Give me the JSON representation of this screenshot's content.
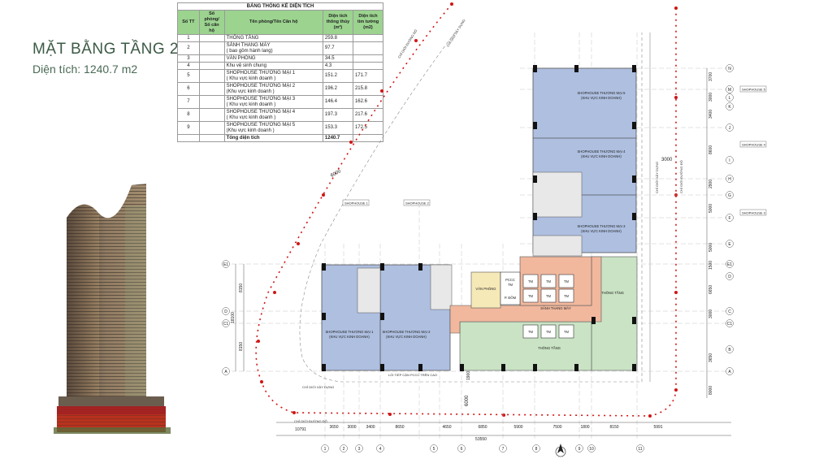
{
  "header": {
    "title": "MẶT BẰNG TẦNG 2",
    "area": "Diện tích: 1240.7 m2"
  },
  "table": {
    "caption": "BẢNG THỐNG KÊ DIỆN TÍCH",
    "headers": [
      "Số TT",
      "Số phòng/ Số căn hộ",
      "Tên phòng/Tên Căn hộ",
      "Diện tích thông thủy (m²)",
      "Diện tích tim tường (m2)"
    ],
    "rows": [
      {
        "no": "1",
        "code": "",
        "name": "THÔNG TẦNG",
        "sub": "",
        "net": "259.8",
        "gross": ""
      },
      {
        "no": "2",
        "code": "",
        "name": "SẢNH THANG MÁY",
        "sub": "( bao gồm hành lang)",
        "net": "97.7",
        "gross": ""
      },
      {
        "no": "3",
        "code": "",
        "name": "VĂN PHÒNG",
        "sub": "",
        "net": "34.5",
        "gross": ""
      },
      {
        "no": "4",
        "code": "",
        "name": "Khu vệ sinh chung",
        "sub": "",
        "net": "4.3",
        "gross": ""
      },
      {
        "no": "5",
        "code": "",
        "name": "SHOPHOUSE THƯƠNG MẠI 1",
        "sub": "( Khu vực kinh doanh )",
        "net": "151.2",
        "gross": "171.7"
      },
      {
        "no": "6",
        "code": "",
        "name": "SHOPHOUSE THƯƠNG MẠI 2",
        "sub": "(Khu vực kinh doanh )",
        "net": "196.2",
        "gross": "215.8"
      },
      {
        "no": "7",
        "code": "",
        "name": "SHOPHOUSE THƯƠNG MẠI 3",
        "sub": "( Khu vực kinh doanh )",
        "net": "146.4",
        "gross": "162.6"
      },
      {
        "no": "8",
        "code": "",
        "name": "SHOPHOUSE THƯƠNG MẠI 4",
        "sub": "( Khu vực kinh doanh )",
        "net": "197.3",
        "gross": "217.6"
      },
      {
        "no": "9",
        "code": "",
        "name": "SHOPHOUSE THƯƠNG MẠI 5",
        "sub": "(Khu vực kinh doanh )",
        "net": "153.3",
        "gross": "172.5"
      }
    ],
    "total_label": "Tổng diện tích",
    "total_value": "1240.7"
  },
  "plan": {
    "rooms": {
      "sh1": "SHOPHOUSE THƯƠNG MẠI 1",
      "sh1_sub": "(KHU VỰC KINH DOANH)",
      "sh2": "SHOPHOUSE THƯƠNG MẠI 2",
      "sh2_sub": "(KHU VỰC KINH DOANH)",
      "sh3": "SHOPHOUSE THƯƠNG MẠI 3",
      "sh3_sub": "(KHU VỰC KINH DOANH)",
      "sh4": "SHOPHOUSE THƯƠNG MẠI 4",
      "sh4_sub": "(KHU VỰC KINH DOANH)",
      "sh5": "SHOPHOUSE THƯƠNG MẠI 5",
      "sh5_sub": "(KHU VỰC KINH DOANH)",
      "office": "VĂN PHÒNG",
      "pccc": "PCCC",
      "pccc_tm": "TM",
      "tm": "TM",
      "lobby": "SẢNH THANG MÁY",
      "void_right": "THÔNG TẦNG",
      "void_bottom": "THÔNG TẦNG",
      "wc": "P. ĐỖM"
    },
    "tags": {
      "sh1_tag": "SHOPHOUSE 1",
      "sh2_tag": "SHOPHOUSE 2",
      "sh3_tag": "SHOPHOUSE 3",
      "sh4_tag": "SHOPHOUSE 4",
      "sh5_tag": "SHOPHOUSE 5"
    },
    "roads": {
      "boundary_top": "CHỈ GIỚI ĐƯỜNG ĐỎ",
      "build_top": "CHỈ GIỚI XÂY DỰNG",
      "boundary_right": "CHỈ GIỚI ĐƯỜNG ĐỎ",
      "build_right": "CHỈ GIỚI XÂY DỰNG",
      "build_bottom": "CHỈ GIỚI XÂY DỰNG",
      "boundary_bottom": "CHỈ GIỚI ĐƯỜNG ĐỎ",
      "fire_access": "LỐI TIẾP CẬN PCCC TRÊN CAO"
    },
    "dims": {
      "d6000_diag": "6000",
      "d3000_right": "3000",
      "d6000_vertical": "6000",
      "d1900": "1900",
      "bottom_chain": [
        "3650",
        "3000",
        "3400",
        "8650",
        "4650",
        "6850",
        "5900",
        "7500",
        "1800",
        "8150",
        "5991"
      ],
      "d10791": "10791",
      "total": "53550",
      "left_chain": [
        "8150",
        "8150"
      ],
      "left_total": "18100",
      "right_chain": [
        "3700",
        "3000",
        "3400",
        "8600",
        "2900",
        "5000",
        "5000",
        "1500",
        "6650",
        "3000",
        "3650",
        "8000"
      ]
    },
    "grid_cols": [
      "1",
      "2",
      "3",
      "4",
      "5",
      "6",
      "7",
      "8",
      "9",
      "10",
      "11"
    ],
    "grid_rows_left": [
      "E1",
      "D",
      "C1",
      "A"
    ],
    "grid_rows_right": [
      "N",
      "M",
      "L",
      "K",
      "J",
      "I",
      "H",
      "G",
      "F",
      "E",
      "E1",
      "D",
      "C",
      "C1",
      "B",
      "A"
    ]
  }
}
